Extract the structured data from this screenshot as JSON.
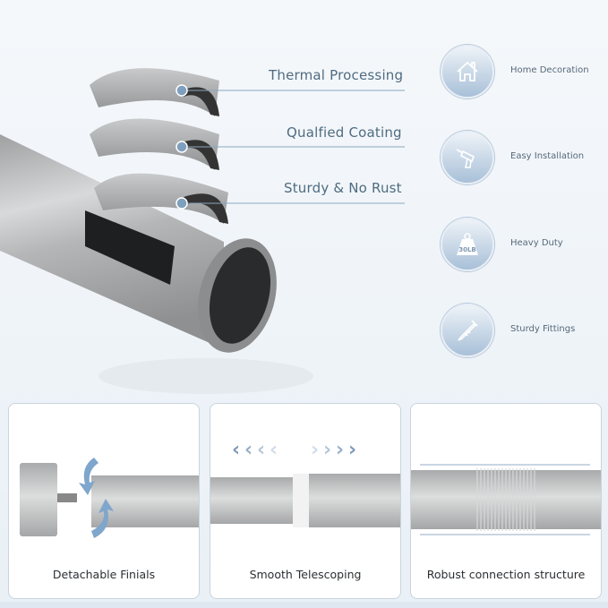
{
  "callouts": [
    {
      "label": "Thermal Processing"
    },
    {
      "label": "Qualfied Coating"
    },
    {
      "label": "Sturdy & No Rust"
    }
  ],
  "features": [
    {
      "label": "Home Decoration",
      "icon": "house-icon"
    },
    {
      "label": "Easy Installation",
      "icon": "drill-icon"
    },
    {
      "label": "Heavy Duty",
      "icon": "weight-icon",
      "weight_text": "30LB"
    },
    {
      "label": "Sturdy Fittings",
      "icon": "screw-icon"
    }
  ],
  "cards": [
    {
      "label": "Detachable Finials"
    },
    {
      "label": "Smooth Telescoping"
    },
    {
      "label": "Robust connection structure"
    }
  ],
  "colors": {
    "accent": "#4f6b80",
    "arrow": "#7fa6cc",
    "metal": "#b8b9ba"
  }
}
